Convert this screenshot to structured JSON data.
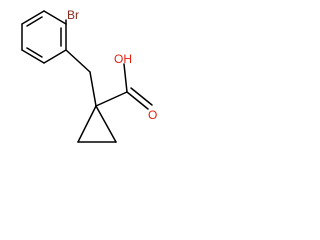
{
  "molecule": {
    "atoms": {
      "br": {
        "label": "Br",
        "color": "#8b2a1e"
      },
      "oh": {
        "label": "OH",
        "color": "#e32012"
      },
      "o": {
        "label": "O",
        "color": "#e32012"
      }
    },
    "bond_color": "#000000"
  }
}
